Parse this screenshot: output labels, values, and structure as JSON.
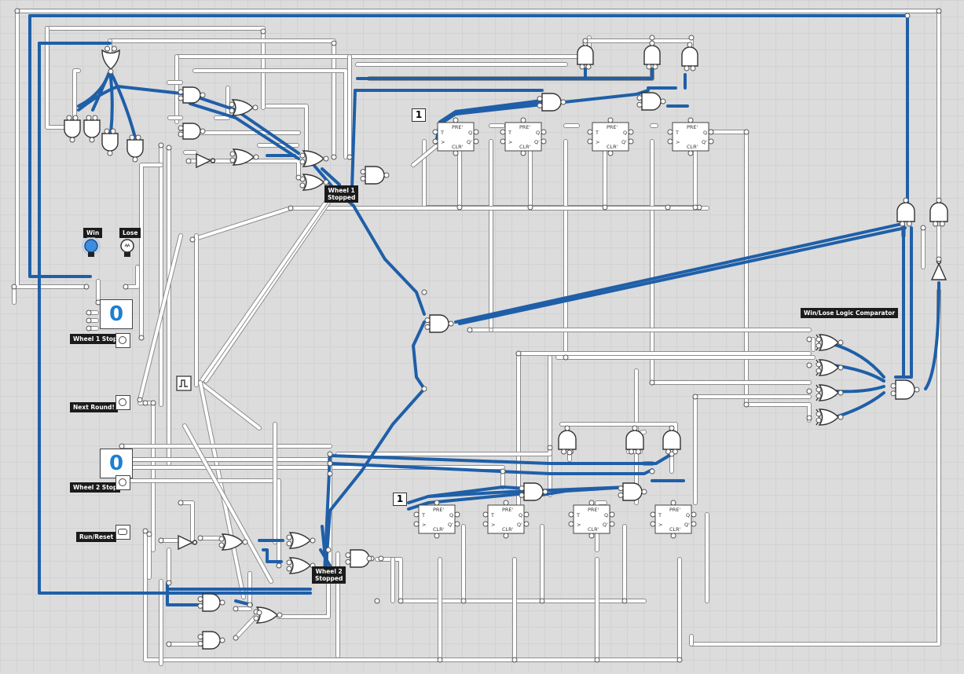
{
  "inputs": {
    "wheel1_stop": "Wheel 1 Stop",
    "next_round": "Next Round!",
    "wheel2_stop": "Wheel 2 Stop",
    "run_reset": "Run/Reset"
  },
  "outputs": {
    "win": "Win",
    "lose": "Lose"
  },
  "status_labels": {
    "wheel1_line1": "Wheel 1",
    "wheel1_line2": "Stopped",
    "wheel2_line1": "Wheel 2",
    "wheel2_line2": "Stopped"
  },
  "comparator_title": "Win/Lose Logic Comparator",
  "displays": {
    "wheel1_value": "0",
    "wheel2_value": "0"
  },
  "constants": {
    "top_const": "1",
    "bottom_const": "1"
  },
  "flip_flop": {
    "pre": "PRE'",
    "clr": "CLR'",
    "t": "T",
    "clk": ">",
    "q": "Q",
    "qn": "Q'"
  },
  "colors": {
    "wire": "#ffffff",
    "active_wire": "#1f5fa8",
    "background": "#dcdcdc",
    "display_digit": "#1f7fd0",
    "bulb_on": "#3a8de0"
  }
}
